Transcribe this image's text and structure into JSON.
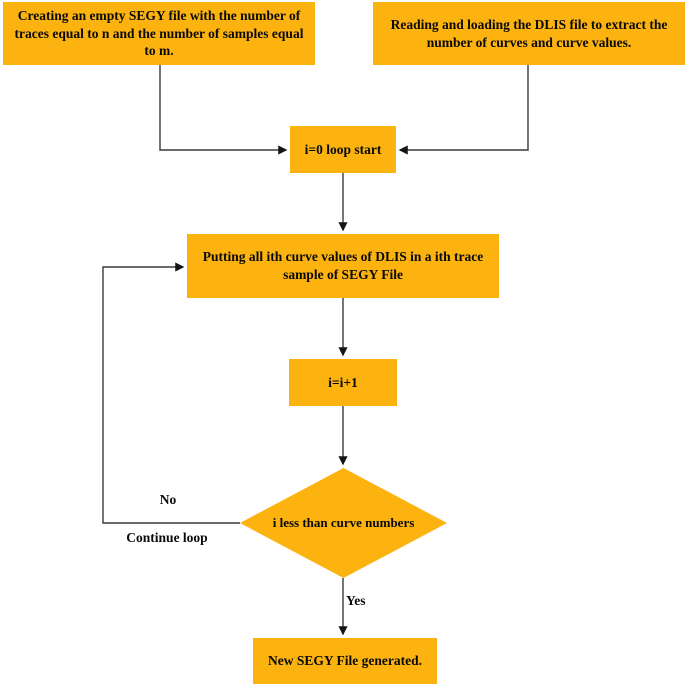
{
  "flowchart": {
    "colors": {
      "node_fill": "#FCB30F",
      "text": "#0a0a0a",
      "line": "#3a3a3a",
      "arrowhead": "#141414",
      "bg": "#ffffff"
    },
    "nodes": {
      "create_segy": {
        "label": "Creating an empty SEGY file with the number of traces equal to n and the number of samples equal to m."
      },
      "read_dlis": {
        "label": "Reading and loading the DLIS file to extract the number of curves and curve values."
      },
      "loop_start": {
        "label": "i=0 loop start"
      },
      "put_values": {
        "label": "Putting all ith curve values of DLIS  in a ith trace sample of SEGY File"
      },
      "increment": {
        "label": "i=i+1"
      },
      "decision": {
        "label": "i less than curve numbers"
      },
      "generated": {
        "label": "New SEGY File generated."
      }
    },
    "edge_labels": {
      "no": "No",
      "continue_loop": "Continue loop",
      "yes": "Yes"
    }
  }
}
